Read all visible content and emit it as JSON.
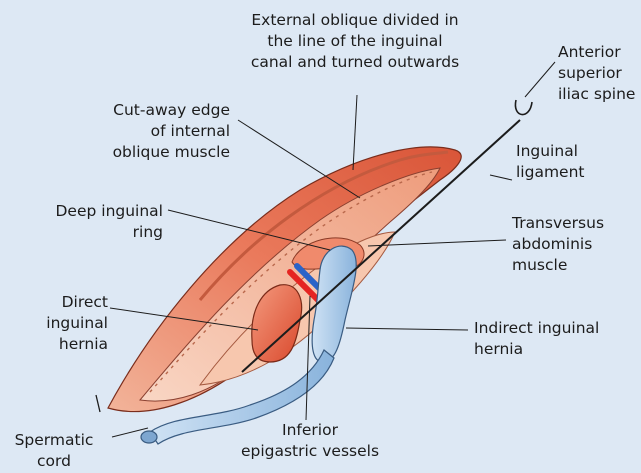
{
  "labels": {
    "external_oblique": "External oblique divided in\nthe line of the inguinal\ncanal and turned outwards",
    "anterior_superior_iliac_spine": "Anterior\nsuperior\niliac spine",
    "internal_oblique_edge": "Cut-away edge\nof internal\noblique muscle",
    "inguinal_ligament": "Inguinal\nligament",
    "deep_inguinal_ring": "Deep inguinal\nring",
    "transversus_abdominis": "Transversus\nabdominis\nmuscle",
    "direct_inguinal_hernia": "Direct\ninguinal\nhernia",
    "indirect_inguinal_hernia": "Indirect inguinal\nhernia",
    "spermatic_cord": "Spermatic\ncord",
    "inferior_epigastric_vessels": "Inferior\nepigastric vessels"
  },
  "colors": {
    "background": "#dde8f4",
    "external_oblique": "#e8775a",
    "internal_oblique": "#f2a486",
    "transversus": "#f6c0a6",
    "hernia_sac": "#ec6f4f",
    "cord": "#a9cbe8",
    "artery": "#e52421",
    "vein": "#2a63c9",
    "leader_line": "#1c1c1c"
  }
}
